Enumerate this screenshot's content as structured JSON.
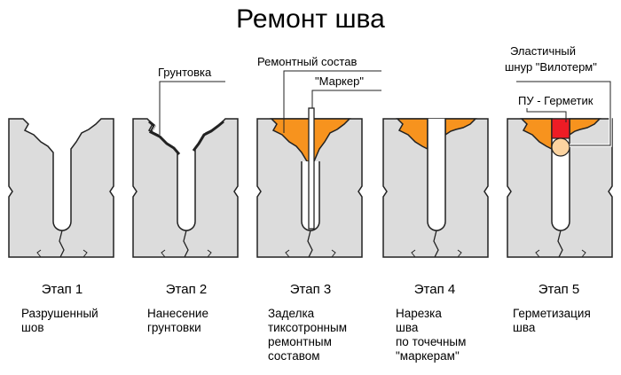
{
  "title": "Ремонт шва",
  "callouts": {
    "primer": "Грунтовка",
    "repair_compound": "Ремонтный состав",
    "marker": "\"Маркер\"",
    "elastic_cord_line1": "Эластичный",
    "elastic_cord_line2": "шнур \"Вилотерм\"",
    "pu_sealant": "ПУ - Герметик"
  },
  "stages": [
    {
      "label": "Этап 1",
      "desc": [
        "Разрушенный",
        "шов"
      ]
    },
    {
      "label": "Этап 2",
      "desc": [
        "Нанесение",
        "грунтовки"
      ]
    },
    {
      "label": "Этап 3",
      "desc": [
        "Заделка",
        "тиксотронным",
        "ремонтным",
        "составом"
      ]
    },
    {
      "label": "Этап 4",
      "desc": [
        "Нарезка",
        "шва",
        "по точечным",
        "\"маркерам\""
      ]
    },
    {
      "label": "Этап 5",
      "desc": [
        "Герметизация",
        "шва"
      ]
    }
  ],
  "colors": {
    "concrete": "#dcdcdc",
    "outline": "#222222",
    "repair_compound": "#f7931e",
    "pu_sealant": "#ee1c25",
    "elastic_cord": "#fbd3a0"
  }
}
